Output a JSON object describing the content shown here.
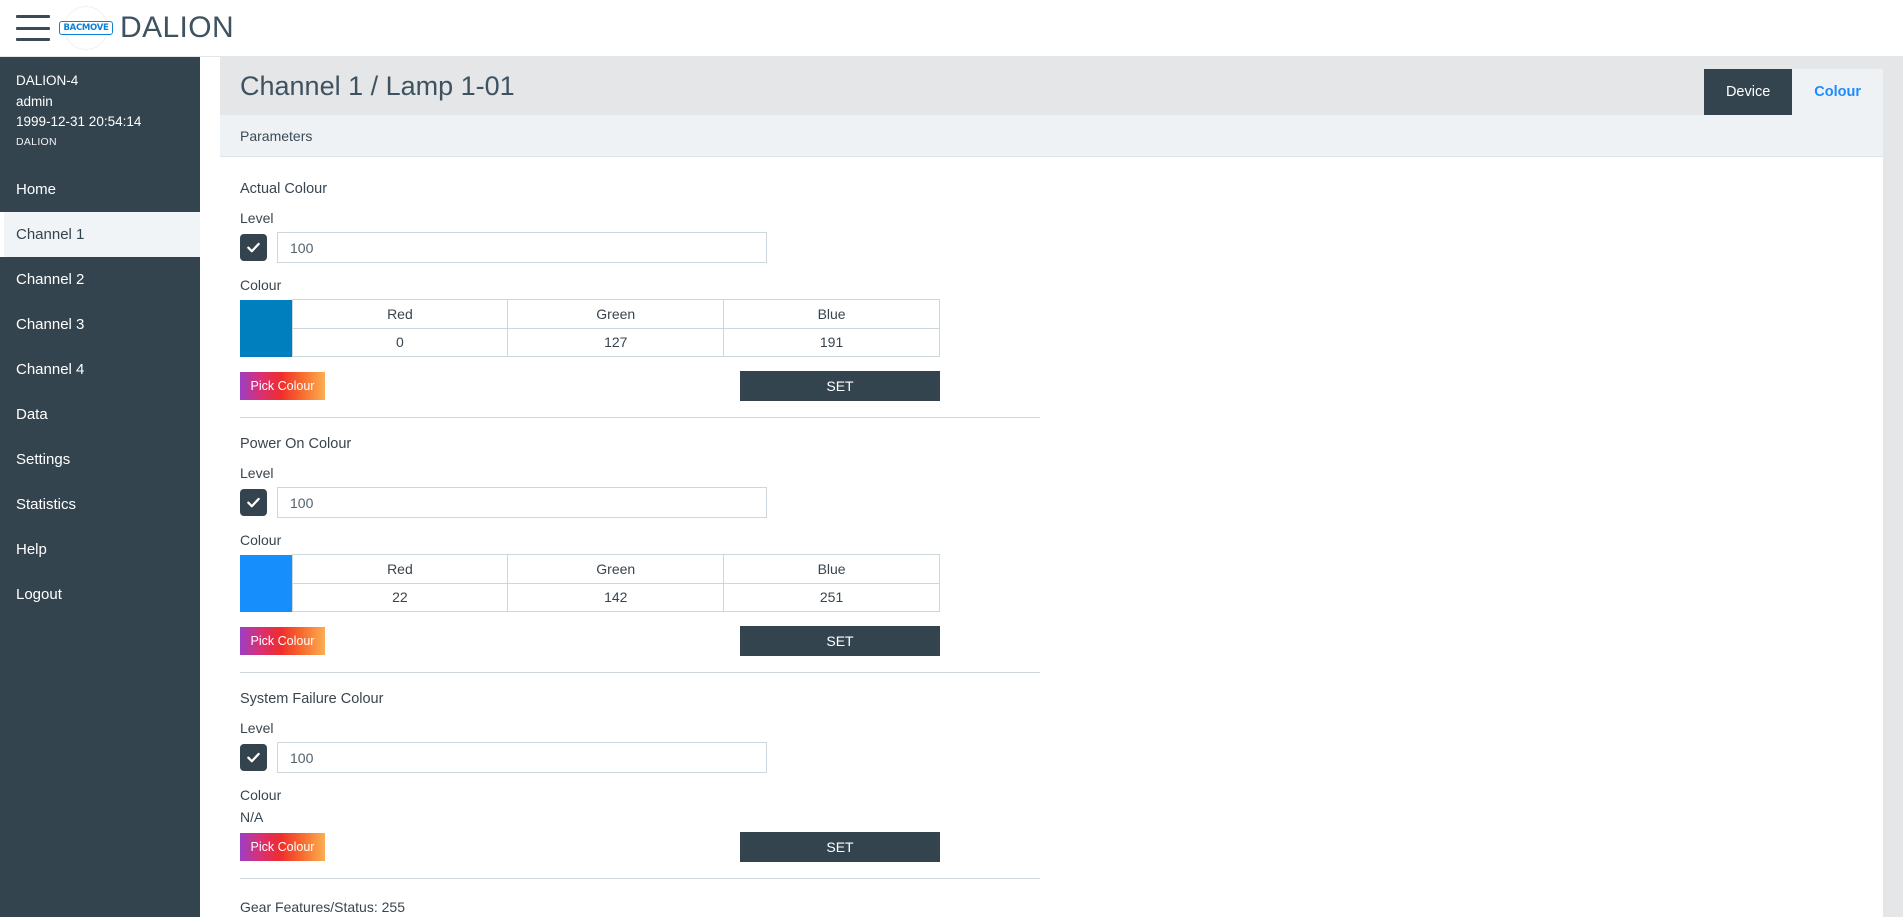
{
  "topbar": {
    "menu_icon": "hamburger-menu-icon",
    "logo_text": "BACMOVE",
    "brand": "DALION"
  },
  "sidebar": {
    "device": "DALION-4",
    "user": "admin",
    "datetime": "1999-12-31 20:54:14",
    "system": "DALION",
    "items": [
      {
        "label": "Home",
        "active": false
      },
      {
        "label": "Channel 1",
        "active": true
      },
      {
        "label": "Channel 2",
        "active": false
      },
      {
        "label": "Channel 3",
        "active": false
      },
      {
        "label": "Channel 4",
        "active": false
      },
      {
        "label": "Data",
        "active": false
      },
      {
        "label": "Settings",
        "active": false
      },
      {
        "label": "Statistics",
        "active": false
      },
      {
        "label": "Help",
        "active": false
      },
      {
        "label": "Logout",
        "active": false
      }
    ]
  },
  "page": {
    "title": "Channel 1 / Lamp 1-01",
    "tabs": [
      {
        "label": "Device",
        "state": "inactive"
      },
      {
        "label": "Colour",
        "state": "active"
      }
    ],
    "params_label": "Parameters"
  },
  "labels": {
    "level": "Level",
    "colour": "Colour",
    "pick_colour": "Pick Colour",
    "set": "SET",
    "na": "N/A"
  },
  "table_headers": [
    "Red",
    "Green",
    "Blue"
  ],
  "sections": [
    {
      "title": "Actual Colour",
      "level_checked": true,
      "level_value": "100",
      "has_table": true,
      "swatch": "#007fbf",
      "rgb": [
        "0",
        "127",
        "191"
      ]
    },
    {
      "title": "Power On Colour",
      "level_checked": true,
      "level_value": "100",
      "has_table": true,
      "swatch": "#168efb",
      "rgb": [
        "22",
        "142",
        "251"
      ]
    },
    {
      "title": "System Failure Colour",
      "level_checked": true,
      "level_value": "100",
      "has_table": false,
      "colour_value": "N/A"
    }
  ],
  "gear_status": "Gear Features/Status: 255",
  "colors": {
    "sidebar_bg": "#34444e",
    "accent_blue": "#1a8cff",
    "header_bg": "#e4e6e8",
    "panel_bg": "#eef2f5"
  }
}
